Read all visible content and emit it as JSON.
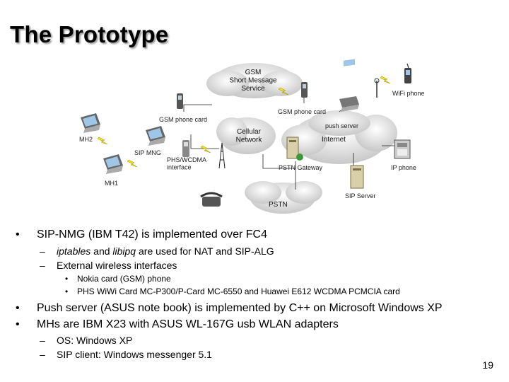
{
  "slide": {
    "title": "The Prototype",
    "page_number": "19"
  },
  "diagram": {
    "clouds": {
      "gsm": "GSM\nShort Message\nService",
      "cellular": "Cellular\nNetwork",
      "internet": "Internet",
      "pstn": "PSTN"
    },
    "labels": {
      "wifi_phone": "WiFi phone",
      "gsm_phone_card_left": "GSM phone card",
      "gsm_phone_card_right": "GSM phone card",
      "push_server": "push server",
      "mh2": "MH2",
      "sip_mng": "SIP MNG",
      "phs_wcdma": "PHS/WCDMA\ninterface",
      "mh1": "MH1",
      "pstn_gateway": "PSTN Gateway",
      "ip_phone": "IP phone",
      "sip_server": "SIP Server"
    }
  },
  "bullets": [
    {
      "text": "SIP-NMG (IBM T42) is implemented over FC4",
      "subs": [
        {
          "italic": "iptables",
          "mid": " and ",
          "italic2": "libipq",
          "rest": " are used for NAT and SIP-ALG"
        },
        {
          "text": "External wireless interfaces"
        }
      ],
      "subsubs": [
        "Nokia card (GSM) phone",
        "PHS WiWi Card MC-P300/P-Card MC-6550 and Huawei E612 WCDMA PCMCIA card"
      ]
    },
    {
      "text": "Push server (ASUS note book) is implemented by C++ on Microsoft Windows XP"
    },
    {
      "text": "MHs are IBM X23 with ASUS WL-167G usb WLAN adapters",
      "subs": [
        {
          "text": "OS: Windows XP"
        },
        {
          "text": "SIP client: Windows messenger 5.1"
        }
      ]
    }
  ],
  "glyphs": {
    "bullet": "•",
    "dash": "–"
  }
}
